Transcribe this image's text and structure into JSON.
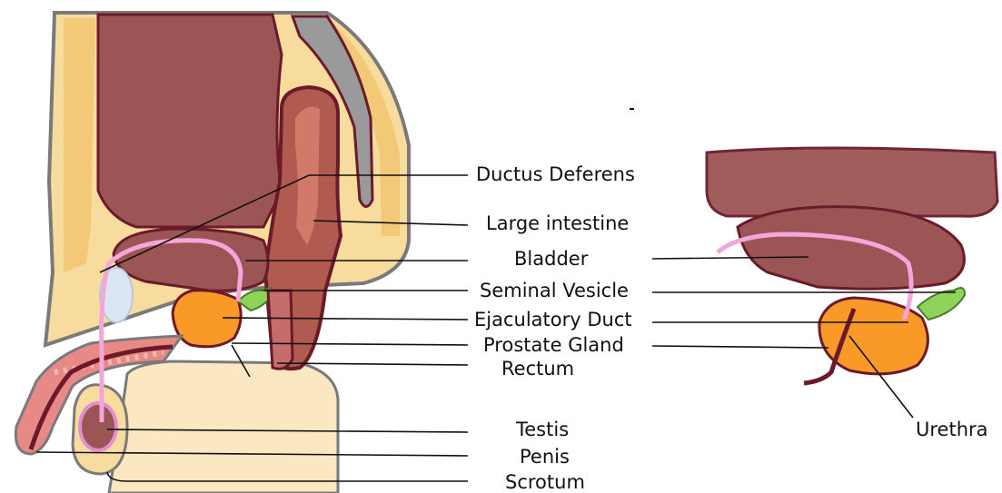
{
  "diagram": {
    "labels": {
      "ductus_deferens": "Ductus Deferens",
      "large_intestine": "Large intestine",
      "bladder": "Bladder",
      "seminal_vesicle": "Seminal Vesicle",
      "ejaculatory_duct": "Ejaculatory Duct",
      "prostate_gland": "Prostate Gland",
      "rectum": "Rectum",
      "testis": "Testis",
      "penis": "Penis",
      "scrotum": "Scrotum",
      "urethra": "Urethra"
    },
    "colors": {
      "skin": "#f7dc9e",
      "skin_dark": "#f3c877",
      "organ_brown": "#9b5554",
      "organ_outline": "#6b1a2a",
      "intestine": "#b05a50",
      "pink_duct": "#f3a6d8",
      "prostate": "#f99a28",
      "seminal": "#8fd45a",
      "rectal_wall": "#c76c6c",
      "gray": "#9a9a9a"
    }
  }
}
